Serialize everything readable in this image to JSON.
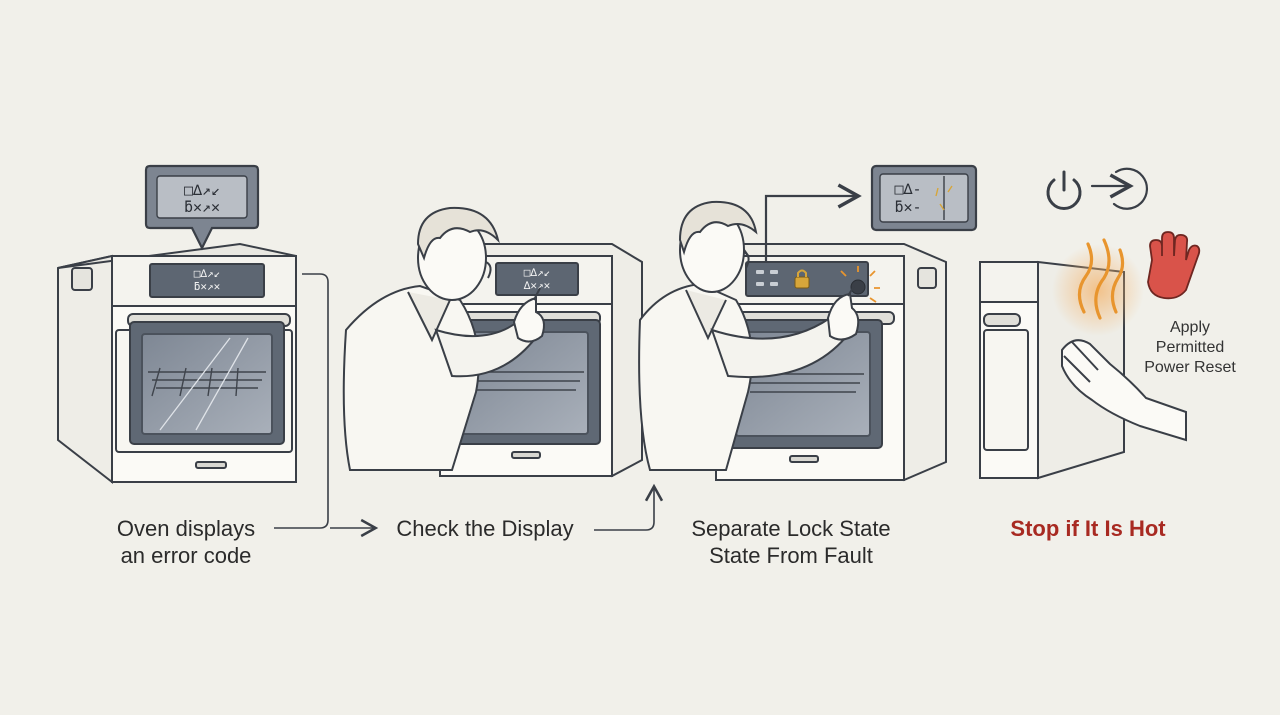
{
  "steps": [
    {
      "caption_line1": "Oven displays",
      "caption_line2": "an error code"
    },
    {
      "caption_line1": "Check the Display"
    },
    {
      "caption_line1": "Separate Lock State",
      "caption_line2": "State From Fault"
    },
    {
      "caption_line1": "Stop if It Is Hot",
      "side_note_line1": "Apply",
      "side_note_line2": "Permitted",
      "side_note_line3": "Power Reset"
    }
  ],
  "display_codes": {
    "bubble_1_row1": "□∆↗↙",
    "bubble_1_row2": "ƃ✕↗✕",
    "panel_1_row1": "□∆↗↙",
    "panel_1_row2": "ƃ✕↗✕",
    "panel_2_row1": "□∆↗↙",
    "panel_2_row2": "∆✕↗✕",
    "bubble_3_row1": "□∆-",
    "bubble_3_row2": "ƃ✕-"
  },
  "icons": {
    "power": "power-icon",
    "reset": "reset-arrow-icon",
    "heat": "heat-waves-icon",
    "stop_hand": "stop-hand-icon",
    "lock": "lock-icon"
  },
  "colors": {
    "background": "#f1f0ea",
    "outline": "#3a3f47",
    "display": "#5d6672",
    "warning": "#a82a22",
    "hand": "#d9534a",
    "heat": "#e8952e",
    "lock": "#d7a63a"
  }
}
